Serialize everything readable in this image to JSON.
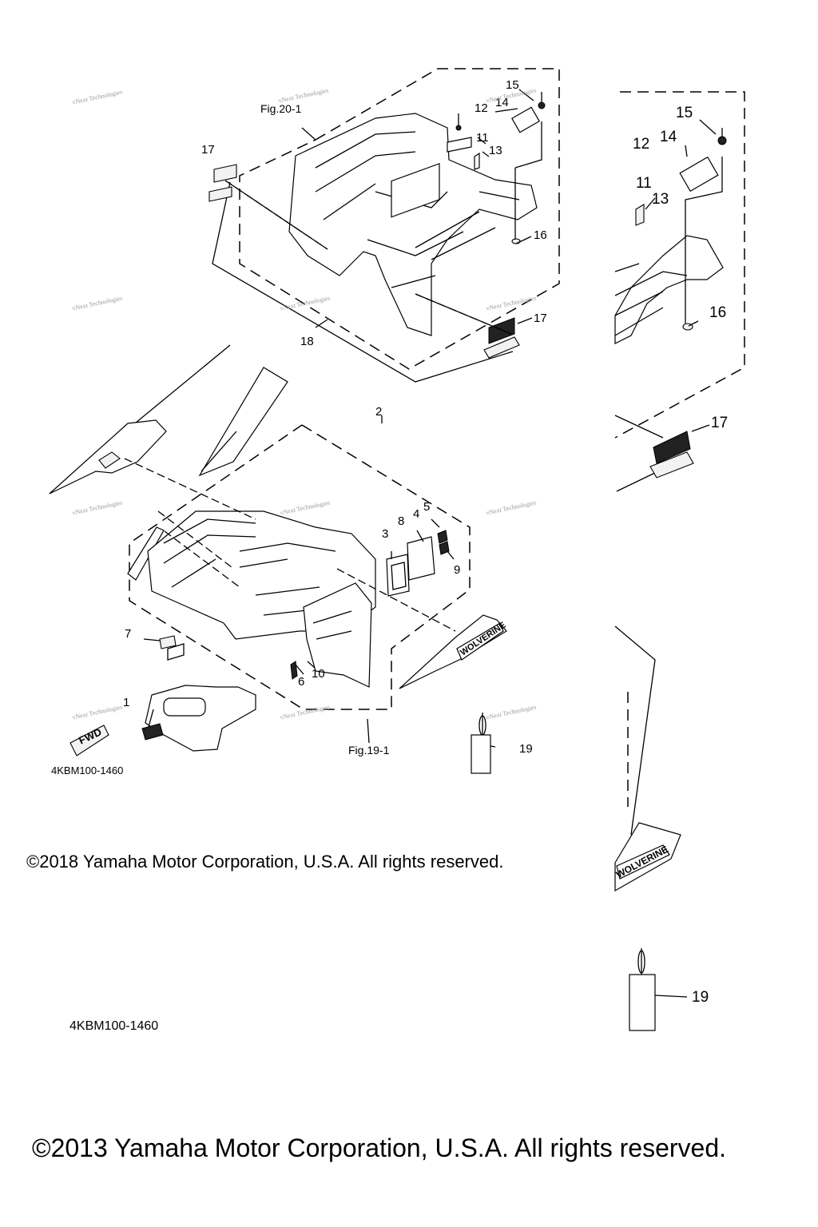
{
  "callouts": {
    "c1": "1",
    "c2": "2",
    "c3": "3",
    "c4": "4",
    "c5": "5",
    "c6": "6",
    "c7": "7",
    "c8": "8",
    "c9": "9",
    "c10": "10",
    "c11": "11",
    "c12": "12",
    "c13": "13",
    "c14": "14",
    "c15": "15",
    "c16": "16",
    "c17": "17",
    "c18": "18",
    "c19": "19"
  },
  "references": {
    "fig_rear": "Fig.20-1",
    "fig_front": "Fig.19-1"
  },
  "diagram_code": "4KBM100-1460",
  "copyright_top": "©2018 Yamaha Motor Corporation, U.S.A. All rights reserved.",
  "copyright_bottom": "©2013 Yamaha Motor Corporation, U.S.A. All rights reserved.",
  "decal_text": {
    "forward_arrow": "FWD",
    "model_decal": "WOLVERINE"
  },
  "watermark": "vNext Technologies"
}
